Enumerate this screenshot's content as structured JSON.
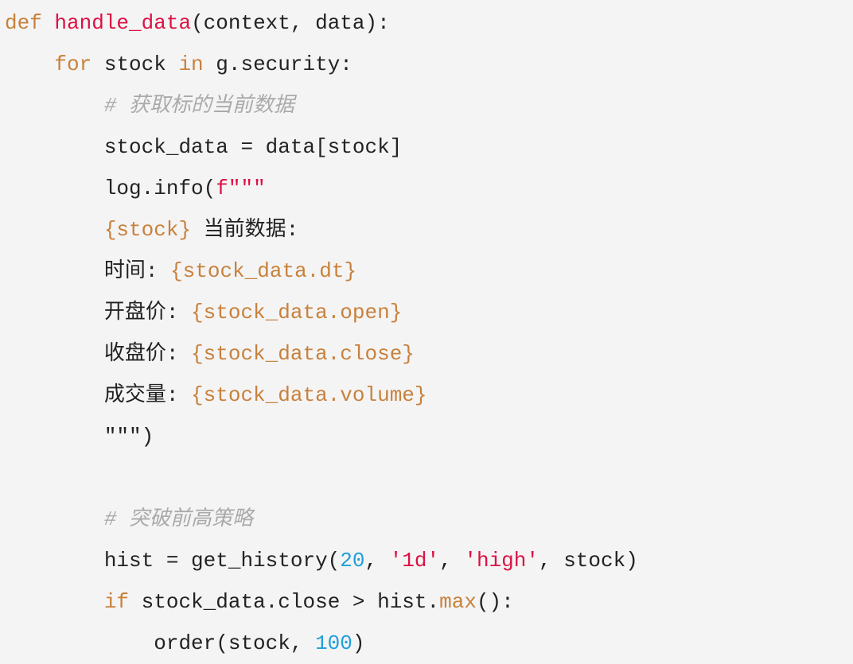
{
  "code": {
    "language": "python",
    "lines": [
      {
        "indent": 0,
        "tokens": [
          [
            "kw",
            "def"
          ],
          [
            "tx",
            " "
          ],
          [
            "fn",
            "handle_data"
          ],
          [
            "tx",
            "(context, data):"
          ]
        ]
      },
      {
        "indent": 1,
        "tokens": [
          [
            "kw",
            "for"
          ],
          [
            "tx",
            " stock "
          ],
          [
            "kw",
            "in"
          ],
          [
            "tx",
            " g.security:"
          ]
        ]
      },
      {
        "indent": 2,
        "tokens": [
          [
            "cm",
            "# 获取标的当前数据"
          ]
        ]
      },
      {
        "indent": 2,
        "tokens": [
          [
            "tx",
            "stock_data = data[stock]"
          ]
        ]
      },
      {
        "indent": 2,
        "tokens": [
          [
            "tx",
            "log.info("
          ],
          [
            "str",
            "f\"\"\""
          ]
        ]
      },
      {
        "indent": 2,
        "tokens": [
          [
            "fs",
            "{stock}"
          ],
          [
            "tx",
            " 当前数据:"
          ]
        ]
      },
      {
        "indent": 2,
        "tokens": [
          [
            "tx",
            "时间: "
          ],
          [
            "fs",
            "{stock_data.dt}"
          ]
        ]
      },
      {
        "indent": 2,
        "tokens": [
          [
            "tx",
            "开盘价: "
          ],
          [
            "fs",
            "{stock_data.open}"
          ]
        ]
      },
      {
        "indent": 2,
        "tokens": [
          [
            "tx",
            "收盘价: "
          ],
          [
            "fs",
            "{stock_data.close}"
          ]
        ]
      },
      {
        "indent": 2,
        "tokens": [
          [
            "tx",
            "成交量: "
          ],
          [
            "fs",
            "{stock_data.volume}"
          ]
        ]
      },
      {
        "indent": 2,
        "tokens": [
          [
            "tx",
            "\"\"\")"
          ]
        ]
      },
      {
        "indent": 0,
        "tokens": []
      },
      {
        "indent": 2,
        "tokens": [
          [
            "cm",
            "# 突破前高策略"
          ]
        ]
      },
      {
        "indent": 2,
        "tokens": [
          [
            "tx",
            "hist = get_history("
          ],
          [
            "num",
            "20"
          ],
          [
            "tx",
            ", "
          ],
          [
            "str",
            "'1d'"
          ],
          [
            "tx",
            ", "
          ],
          [
            "str",
            "'high'"
          ],
          [
            "tx",
            ", stock)"
          ]
        ]
      },
      {
        "indent": 2,
        "tokens": [
          [
            "kw",
            "if"
          ],
          [
            "tx",
            " stock_data.close > hist."
          ],
          [
            "kw",
            "max"
          ],
          [
            "tx",
            "():"
          ]
        ]
      },
      {
        "indent": 3,
        "tokens": [
          [
            "tx",
            "order(stock, "
          ],
          [
            "num",
            "100"
          ],
          [
            "tx",
            ")"
          ]
        ]
      }
    ]
  }
}
